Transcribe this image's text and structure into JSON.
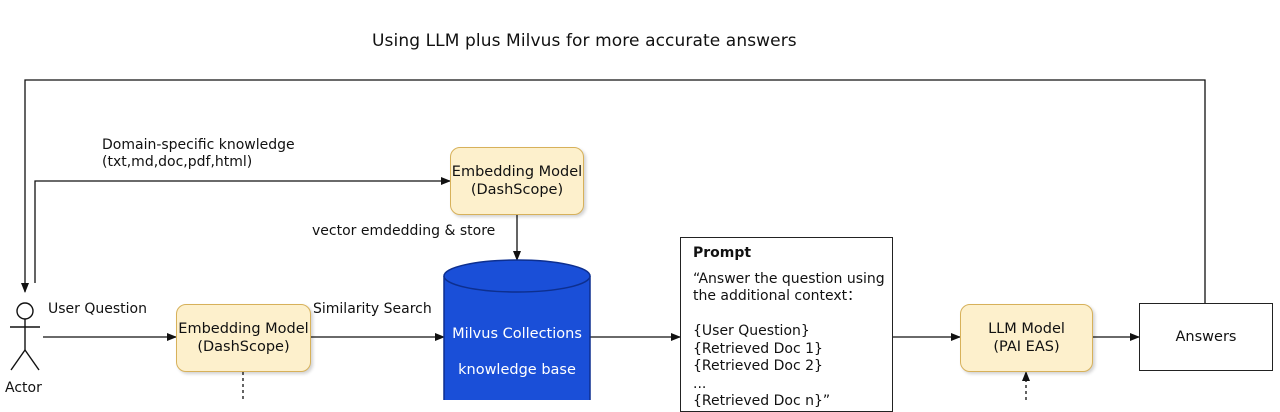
{
  "title": "Using LLM plus Milvus for more accurate answers",
  "labels": {
    "domain_line1": "Domain-specific knowledge",
    "domain_line2": "(txt,md,doc,pdf,html)",
    "vector_store": "vector emdedding & store",
    "user_question": "User Question",
    "similarity_search": "Similarity Search",
    "actor": "Actor"
  },
  "embedding_top": {
    "line1": "Embedding Model",
    "line2": "(DashScope)"
  },
  "embedding_left": {
    "line1": "Embedding Model",
    "line2": "(DashScope)"
  },
  "milvus": {
    "line1": "Milvus Collections",
    "line2": "knowledge base"
  },
  "prompt": {
    "heading": "Prompt",
    "line1": "“Answer the question using",
    "line2": "the additional context：",
    "line3": "{User Question}",
    "line4": "{Retrieved Doc 1}",
    "line5": "{Retrieved Doc 2}",
    "line6": "...",
    "line7": "{Retrieved Doc n}”"
  },
  "llm": {
    "line1": "LLM Model",
    "line2": "(PAI EAS)"
  },
  "answers": "Answers",
  "colors": {
    "box_fill": "#fdf0cc",
    "box_border": "#d7b15a",
    "milvus_fill": "#1a4fd8",
    "milvus_border": "#0d2f8f",
    "line": "#111111"
  }
}
